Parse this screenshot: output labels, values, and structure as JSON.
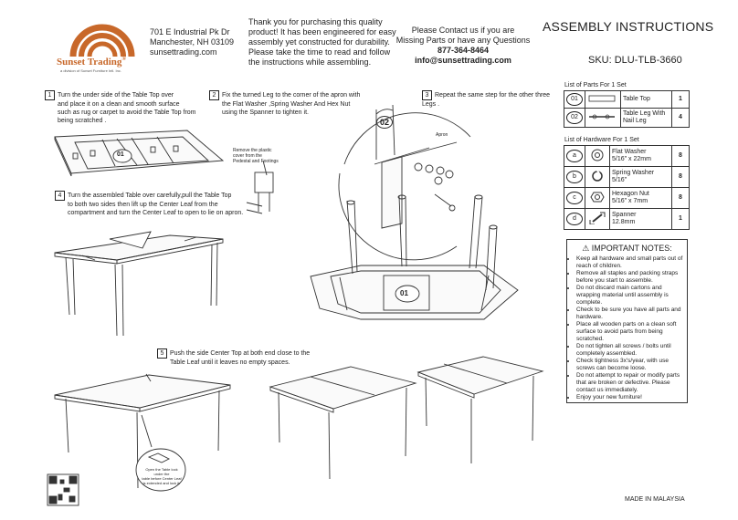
{
  "brand": {
    "name": "Sunset Trading",
    "registered": "®",
    "tagline": "a division of Sunset Furniture Intl. Inc."
  },
  "address": {
    "line1": "701 E Industrial Pk Dr",
    "line2": "Manchester, NH 03109",
    "line3": "sunsettrading.com"
  },
  "thanks": {
    "line1": "Thank you for purchasing this quality",
    "line2": "product! It has been engineered for easy",
    "line3": "assembly yet constructed for durability.",
    "line4": "Please take the time to read and follow",
    "line5": "the instructions while assembling."
  },
  "contact": {
    "line1": "Please Contact us if you are",
    "line2": "Missing Parts or have any Questions",
    "phone": "877-364-8464",
    "email": "info@sunsettrading.com"
  },
  "title": "ASSEMBLY INSTRUCTIONS",
  "sku": "SKU:  DLU-TLB-3660",
  "steps": {
    "s1": {
      "num": "1",
      "l1": "Turn the under side of the Table Top      over",
      "l2": "and place it on a clean and smooth surface",
      "l3": "such as rug or carpet to avoid the Table Top from",
      "l4": "being scratched ."
    },
    "s2": {
      "num": "2",
      "l1": "Fix the turned Leg to the corner of the apron with",
      "l2": "the Flat Washer ,Spring Washer And  Hex Nut",
      "l3": "using the Spanner to tighten it."
    },
    "s3": {
      "num": "3",
      "l1": "Repeat the same step for the other three Legs ."
    },
    "s4": {
      "num": "4",
      "l1": "Turn the assembled Table over carefully,pull the Table Top",
      "l2": "to both two sides then lift up the Center Leaf from the",
      "l3": "compartment and turn the Center Leaf to open to lie on apron."
    },
    "s5": {
      "num": "5",
      "l1": "Push the side Center Top at both end close to the",
      "l2": "Table Leaf until it leaves no empty spaces."
    }
  },
  "callouts": {
    "plastic1": "Remove the plastic",
    "plastic2": "cover from the",
    "plastic3": "Pedestal and Footings",
    "apron": "Apron",
    "lock1": "Open the Table lock under the",
    "lock2": "table before Center Leaf",
    "lock3": "is extended and lock it."
  },
  "diagram_labels": {
    "top01": "01",
    "top01b": "01",
    "leg02": "02"
  },
  "parts": {
    "heading": "List of Parts For 1 Set",
    "rows": [
      {
        "id": "01",
        "name": "Table Top",
        "qty": "1"
      },
      {
        "id": "02",
        "name": "Table Leg With Nail Leg",
        "qty": "4"
      }
    ]
  },
  "hardware": {
    "heading": "List of Hardware For 1 Set",
    "rows": [
      {
        "id": "a",
        "name": "Flat Washer",
        "size": "5/16\" x 22mm",
        "qty": "8"
      },
      {
        "id": "b",
        "name": "Spring Washer",
        "size": "5/16\"",
        "qty": "8"
      },
      {
        "id": "c",
        "name": "Hexagon Nut",
        "size": "5/16\" x 7mm",
        "qty": "8"
      },
      {
        "id": "d",
        "name": "Spanner",
        "size": "12.8mm",
        "qty": "1"
      }
    ]
  },
  "notes": {
    "heading": "IMPORTANT NOTES:",
    "items": [
      "Keep all hardware and small parts out of reach of children.",
      "Remove all staples and packing straps before you start to assemble.",
      "Do not discard main cartons and wrapping material until assembly is complete.",
      "Check to be sure you have all parts and hardware.",
      "Place all wooden parts on a clean soft surface to avoid parts from being scratched.",
      "Do not tighten all screws / bolts until completely assembled.",
      "Check tightness 3x's/year, with use screws can become loose.",
      "Do not attempt to repair or modify parts that are broken or defective. Please contact us immediately.",
      "Enjoy your new furniture!"
    ]
  },
  "footer": {
    "made_in": "MADE IN MALAYSIA"
  },
  "colors": {
    "brand_orange": "#c8682a",
    "line": "#333333"
  }
}
